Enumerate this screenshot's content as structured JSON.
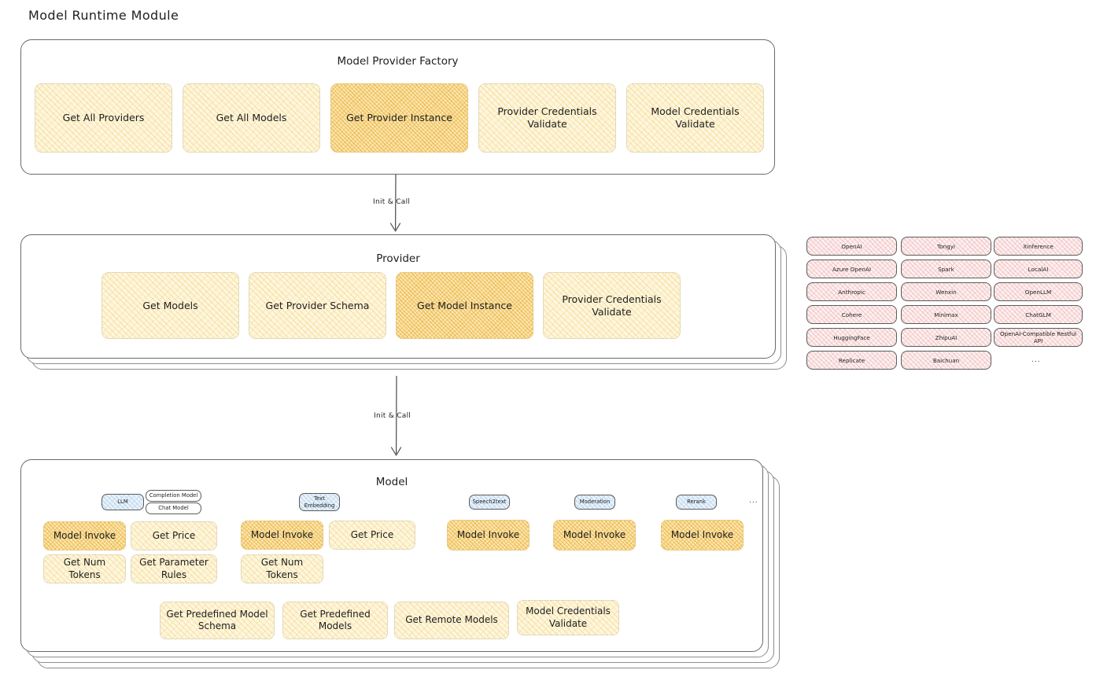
{
  "page": {
    "title": "Model Runtime Module"
  },
  "factory": {
    "title": "Model Provider Factory",
    "items": [
      {
        "label": "Get All Providers",
        "highlight": false
      },
      {
        "label": "Get All Models",
        "highlight": false
      },
      {
        "label": "Get Provider Instance",
        "highlight": true
      },
      {
        "label": "Provider Credentials Validate",
        "highlight": false
      },
      {
        "label": "Model Credentials Validate",
        "highlight": false
      }
    ]
  },
  "arrows": {
    "factory_to_provider": "Init & Call",
    "provider_to_model": "Init & Call"
  },
  "provider": {
    "title": "Provider",
    "items": [
      {
        "label": "Get Models",
        "highlight": false
      },
      {
        "label": "Get Provider Schema",
        "highlight": false
      },
      {
        "label": "Get Model Instance",
        "highlight": true
      },
      {
        "label": "Provider Credentials Validate",
        "highlight": false
      }
    ]
  },
  "provider_list": {
    "column1": [
      "OpenAI",
      "Azure OpenAI",
      "Anthropic",
      "Cohere",
      "HuggingFace",
      "Replicate"
    ],
    "column2": [
      "Tongyi",
      "Spark",
      "Wenxin",
      "Minimax",
      "ZhipuAI",
      "Baichuan"
    ],
    "column3": [
      "Xinference",
      "LocalAI",
      "OpenLLM",
      "ChatGLM",
      "OpenAI-Compatible Restful API"
    ],
    "more": "..."
  },
  "model": {
    "title": "Model",
    "more": "...",
    "types": [
      {
        "name": "LLM",
        "subtags": [
          "Completion Model",
          "Chat Model"
        ],
        "methods": [
          {
            "label": "Model Invoke",
            "highlight": true
          },
          {
            "label": "Get Price",
            "highlight": false
          },
          {
            "label": "Get Num Tokens",
            "highlight": false
          },
          {
            "label": "Get Parameter Rules",
            "highlight": false
          }
        ]
      },
      {
        "name": "Text Embedding",
        "subtags": [],
        "methods": [
          {
            "label": "Model Invoke",
            "highlight": true
          },
          {
            "label": "Get Price",
            "highlight": false
          },
          {
            "label": "Get Num Tokens",
            "highlight": false
          }
        ]
      },
      {
        "name": "Speech2text",
        "subtags": [],
        "methods": [
          {
            "label": "Model Invoke",
            "highlight": true
          }
        ]
      },
      {
        "name": "Moderation",
        "subtags": [],
        "methods": [
          {
            "label": "Model Invoke",
            "highlight": true
          }
        ]
      },
      {
        "name": "Rerank",
        "subtags": [],
        "methods": [
          {
            "label": "Model Invoke",
            "highlight": true
          }
        ]
      }
    ],
    "common": [
      "Get Predefined Model Schema",
      "Get Predefined Models",
      "Get Remote Models",
      "Model Credentials Validate"
    ]
  }
}
